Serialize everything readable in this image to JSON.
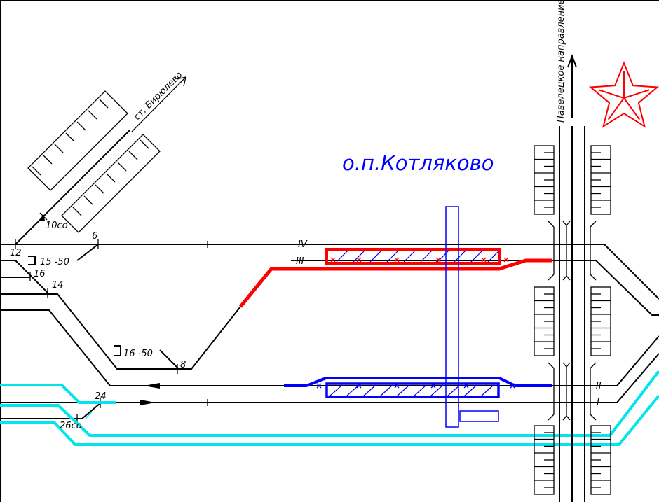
{
  "title": "о.п.Котляково",
  "direction_labels": {
    "biryulevo": "ст. Бирюлево",
    "paveletskoe": "Павелецкое направление."
  },
  "switch_labels": {
    "s10co": "10со",
    "s12": "12",
    "s6": "6",
    "s16": "16",
    "s14": "14",
    "s8": "8",
    "s24": "24",
    "s26co": "26со"
  },
  "dead_end_labels": {
    "de1": "15 -50",
    "de2": "16 -50"
  },
  "track_labels": {
    "IV": "IV",
    "III": "III",
    "II": "II",
    "I": "I"
  },
  "colors": {
    "track": "#000000",
    "red_route": "#ff0000",
    "blue_route": "#0000ff",
    "cyan_route": "#00e5ee",
    "title": "#0000ff"
  }
}
